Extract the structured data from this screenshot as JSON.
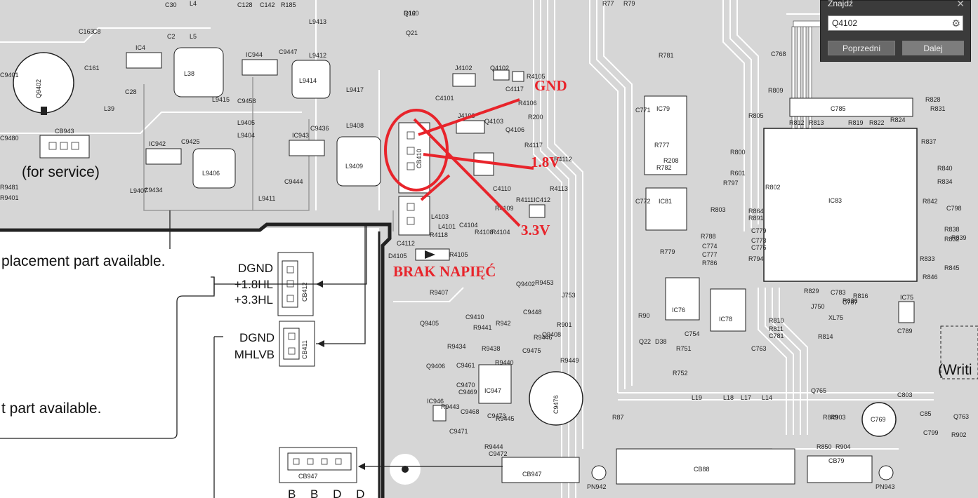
{
  "find_panel": {
    "title": "Znajdź",
    "search_value": "Q4102",
    "prev_label": "Poprzedni",
    "next_label": "Dalej",
    "close_icon": "close-icon",
    "settings_icon": "gear-icon"
  },
  "annotations": {
    "gnd": "GND",
    "v18": "1.8V",
    "v33": "3.3V",
    "brak": "BRAK NAPIĘĆ"
  },
  "notes": {
    "for_service": "(for service)",
    "replacement_1": "placement part available.",
    "replacement_2": "t part available.",
    "writing": "(Writi"
  },
  "connectors": {
    "cb412_pins": [
      "DGND",
      "+1.8HL",
      "+3.3HL"
    ],
    "cb411_pins": [
      "DGND",
      "MHLVB"
    ],
    "cb412": "CB412",
    "cb411": "CB411",
    "cb947": "CB947",
    "cb947_pins": "B B D D"
  },
  "ic_labels": {
    "ic83": "IC83",
    "ic79": "IC79",
    "ic81": "IC81",
    "ic76": "IC76",
    "ic78": "IC78",
    "ic75": "IC75",
    "ic4": "IC4",
    "ic944": "IC944",
    "ic942": "IC942",
    "ic943": "IC943",
    "ic946": "IC946",
    "ic947": "IC947",
    "cb88": "CB88",
    "cb943": "CB943",
    "cb79": "CB79",
    "c9476": "C9476",
    "c769": "C769",
    "pn942": "PN942",
    "pn943": "PN943",
    "l38": "L38",
    "l9409": "L9409",
    "l9406": "L9406",
    "l9414": "L9414",
    "q9402": "Q9402",
    "cb410": "CB410",
    "cb411b": "CB411"
  },
  "part_labels": [
    "R160",
    "Q21",
    "J4102",
    "Q4102",
    "R4105",
    "C4101",
    "R4106",
    "C4117",
    "R200",
    "J4103",
    "Q4103",
    "Q4106",
    "R4117",
    "R4112",
    "C4110",
    "IC412",
    "R4113",
    "R4109",
    "R4111",
    "C4112",
    "D4105",
    "R4118",
    "R4105",
    "R4108",
    "R4104",
    "L4101",
    "C4104",
    "L4103",
    "C163",
    "C8",
    "C161",
    "C28",
    "L39",
    "C2",
    "L4",
    "L5",
    "L9413",
    "L9412",
    "C9447",
    "L9415",
    "C9458",
    "L9405",
    "L9404",
    "C9425",
    "C9436",
    "L9417",
    "L9408",
    "C9444",
    "L9411",
    "L9407",
    "C9434",
    "R781",
    "C771",
    "R777",
    "R208",
    "R782",
    "C772",
    "R779",
    "R788",
    "C774",
    "C777",
    "R786",
    "R797",
    "R803",
    "R864",
    "R891",
    "C779",
    "C773",
    "C776",
    "R794",
    "R800",
    "R601",
    "R802",
    "R805",
    "R809",
    "R812",
    "R813",
    "C785",
    "R819",
    "R822",
    "R824",
    "R828",
    "R831",
    "C768",
    "R837",
    "R840",
    "R834",
    "R842",
    "C798",
    "R838",
    "R832",
    "R839",
    "R833",
    "R845",
    "R846",
    "R829",
    "C783",
    "R816",
    "R836",
    "J750",
    "C787",
    "XL75",
    "R810",
    "R811",
    "C781",
    "R814",
    "C789",
    "R90",
    "Q22",
    "D38",
    "C754",
    "R751",
    "R752",
    "L19",
    "L18",
    "L17",
    "L14",
    "C763",
    "Q765",
    "R849",
    "R903",
    "R850",
    "R904",
    "C803",
    "C85",
    "C799",
    "Q763",
    "R902",
    "R87",
    "R9453",
    "J753",
    "R901",
    "Q9405",
    "C9410",
    "R9441",
    "R942",
    "R9446",
    "Q9408",
    "C9475",
    "R9449",
    "R9434",
    "C9461",
    "R9438",
    "R9440",
    "Q9406",
    "C9470",
    "C9469",
    "R9443",
    "C9471",
    "R9445",
    "C9473",
    "R9444",
    "C9472",
    "R9407",
    "C9448",
    "Q9402",
    "C9401",
    "C9480",
    "R9481",
    "R9401",
    "C9468",
    "R77",
    "R79",
    "C30",
    "C142",
    "R185",
    "C128",
    "Q12"
  ]
}
